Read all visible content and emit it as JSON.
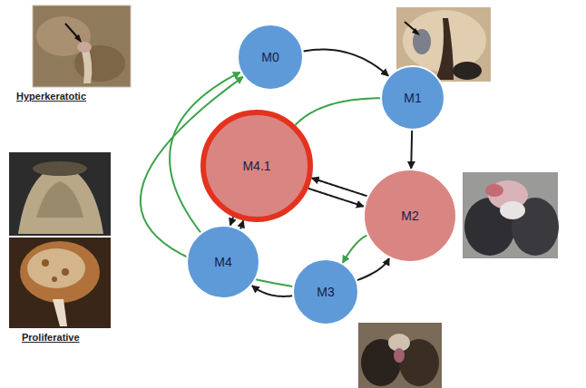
{
  "diagram": {
    "nodes": [
      {
        "text": [
          "M0"
        ]
      },
      {
        "text": [
          "M1"
        ]
      },
      {
        "text": [
          "M4.1"
        ]
      },
      {
        "text": [
          "M2"
        ]
      },
      {
        "text": [
          "M4"
        ]
      },
      {
        "text": [
          "M3"
        ]
      }
    ],
    "edges": [
      {
        "from": 0,
        "to": 1,
        "arrow": "to"
      },
      {
        "from": 1,
        "to": 3,
        "arrow": "to"
      },
      {
        "from": 2,
        "to": 3,
        "arrow": "to"
      },
      {
        "from": 3,
        "to": 2,
        "arrow": "to"
      },
      {
        "from": 4,
        "to": 2,
        "arrow": "to"
      },
      {
        "from": 2,
        "to": 4,
        "arrow": "to"
      },
      {
        "from": 5,
        "to": 4,
        "arrow": "to"
      },
      {
        "from": 5,
        "to": 3,
        "arrow": "to"
      },
      {
        "from": 1,
        "to": 2,
        "arrow": "none"
      },
      {
        "from": 3,
        "to": 5,
        "arrow": "to"
      },
      {
        "from": 4,
        "to": 0,
        "arrow": "to"
      },
      {
        "from": 5,
        "to": 0,
        "arrow": "to"
      }
    ],
    "labels": [
      "Hyperkeratotic",
      "Proliferative"
    ]
  }
}
